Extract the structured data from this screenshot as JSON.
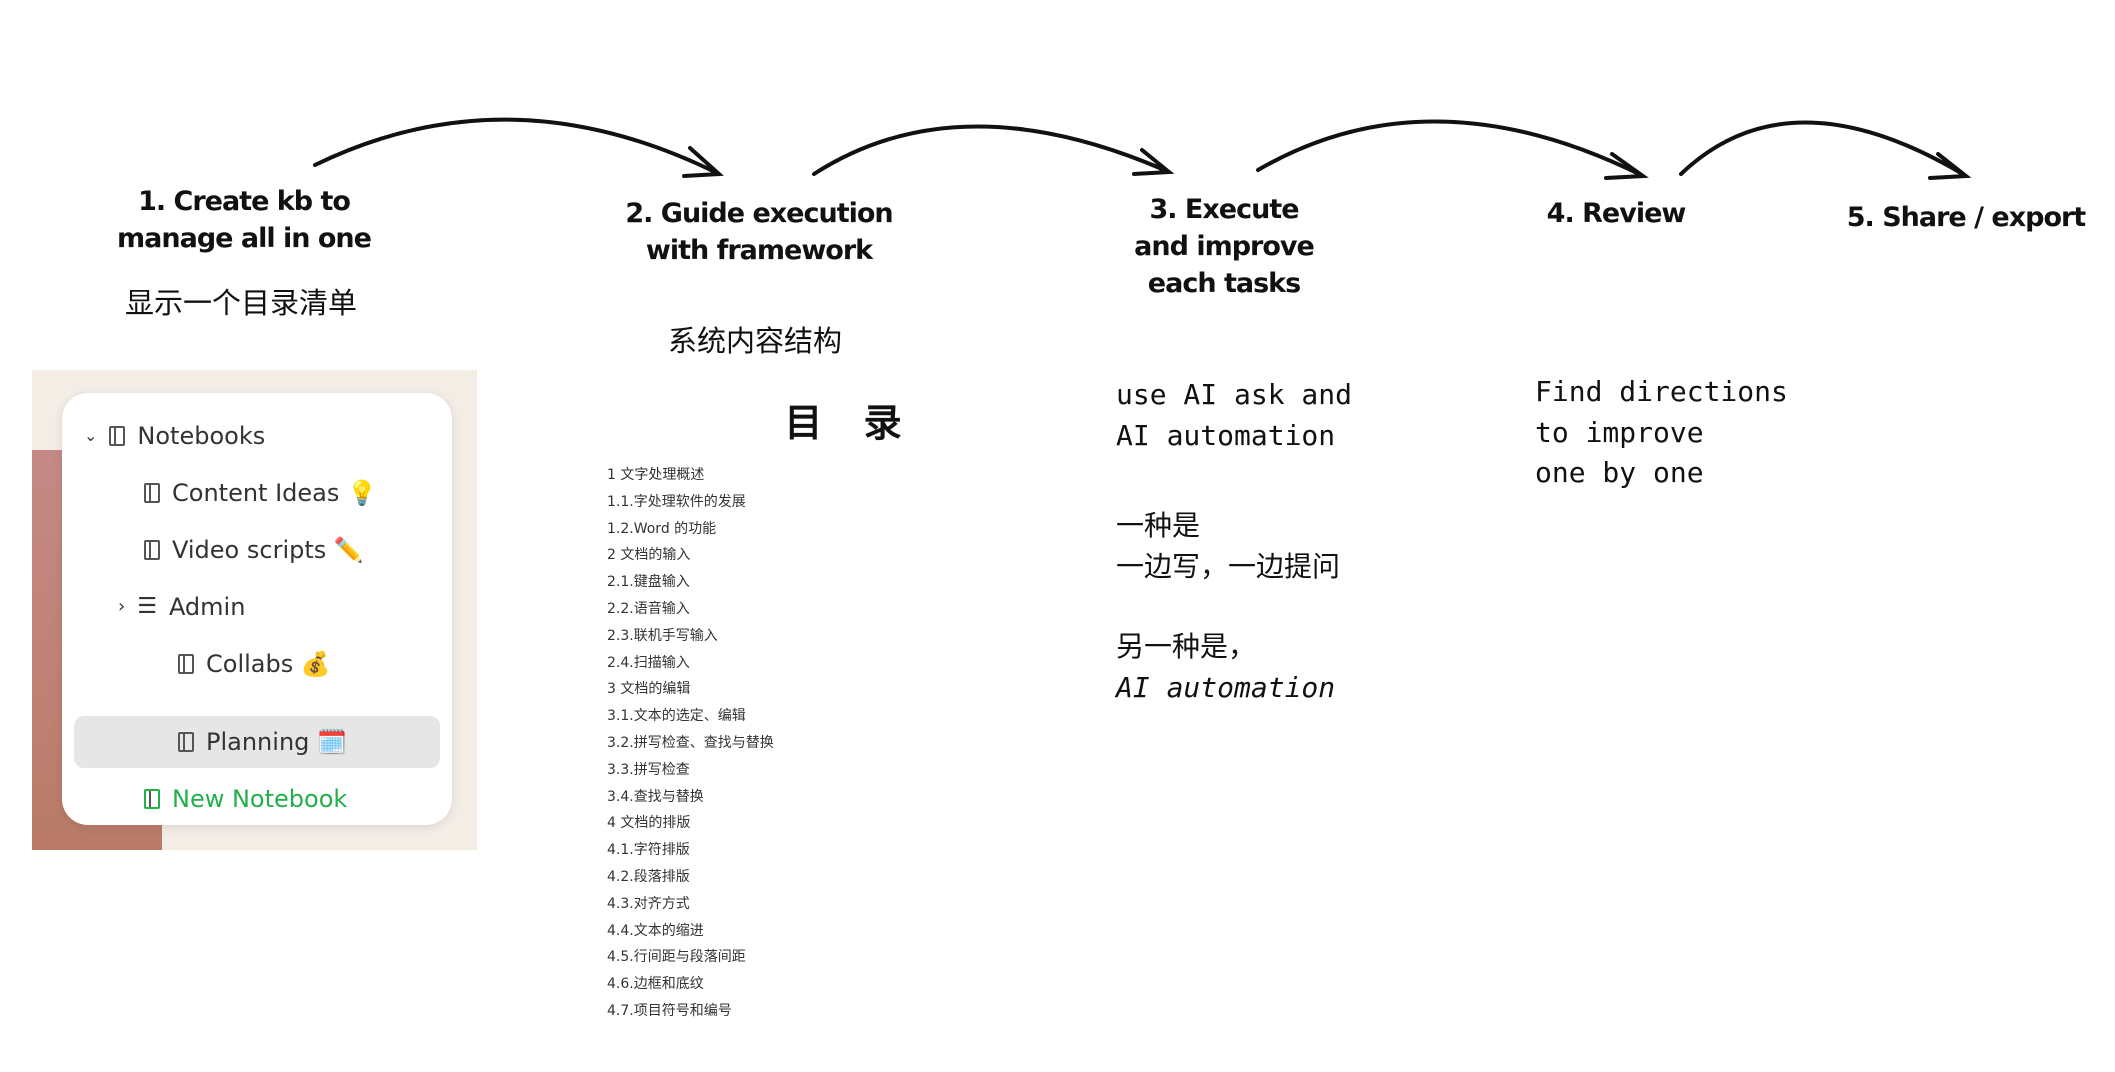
{
  "steps": [
    {
      "line1": "1. Create kb to",
      "line2": "manage all in one"
    },
    {
      "line1": "2. Guide execution",
      "line2": "with framework"
    },
    {
      "line1": "3. Execute",
      "line2": "and improve",
      "line3": "each tasks"
    },
    {
      "line1": "4. Review"
    },
    {
      "line1": "5. Share / export"
    }
  ],
  "step1_note": "显示一个目录清单",
  "step2_note": "系统内容结构",
  "toc": {
    "title": "目 录",
    "items": [
      "1  文字处理概述",
      "1.1.字处理软件的发展",
      "1.2.Word 的功能",
      "2  文档的输入",
      "2.1.键盘输入",
      "2.2.语音输入",
      "2.3.联机手写输入",
      "2.4.扫描输入",
      "3  文档的编辑",
      "3.1.文本的选定、编辑",
      "3.2.拼写检查、查找与替换",
      "3.3.拼写检查",
      "3.4.查找与替换",
      "4  文档的排版",
      "4.1.字符排版",
      "4.2.段落排版",
      "4.3.对齐方式",
      "4.4.文本的缩进",
      "4.5.行间距与段落间距",
      "4.6.边框和底纹",
      "4.7.项目符号和编号"
    ]
  },
  "step3_notes": {
    "l1": "use AI ask and",
    "l2": "AI automation",
    "l3": "一种是",
    "l4": "一边写，一边提问",
    "l5": "另一种是，",
    "l6": "AI automation"
  },
  "step4_notes": {
    "l1": "Find directions",
    "l2": "to improve",
    "l3": "one by one"
  },
  "notebooks": {
    "root": "Notebooks",
    "items": [
      "Content Ideas 💡",
      "Video scripts ✏️",
      "Admin",
      "Collabs 💰",
      "Planning 🗓️"
    ],
    "new": "New Notebook",
    "accent": "#22b04b"
  }
}
